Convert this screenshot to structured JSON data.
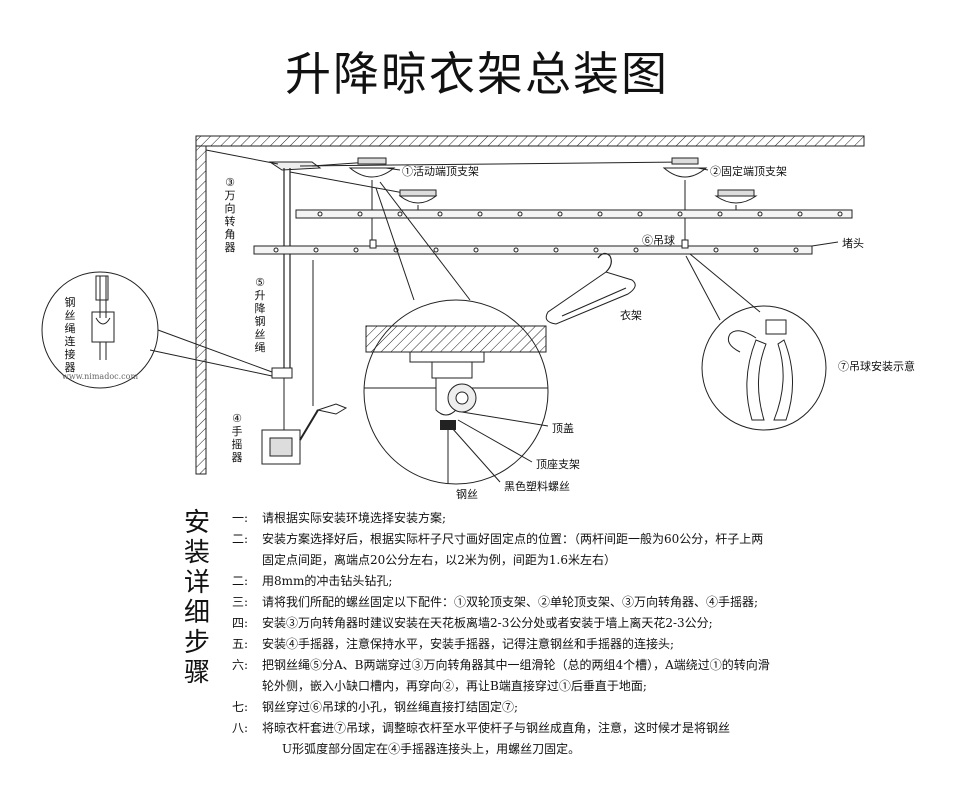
{
  "title": "升降晾衣架总装图",
  "labels": {
    "active_bracket": "①活动端顶支架",
    "fixed_bracket": "②固定端顶支架",
    "turn_num": "③",
    "turn_text": "万向转角器",
    "lift_num": "⑤",
    "lift_text": "升降钢丝绳",
    "crank_num": "④",
    "crank_text": "手摇器",
    "ball": "⑥吊球",
    "end_cap": "堵头",
    "hanger": "衣架",
    "cable_connector": "钢丝绳连接器",
    "watermark": "www.nimadoc.com",
    "top_cover": "顶盖",
    "top_seat": "顶座支架",
    "plastic_screw": "黑色塑料螺丝",
    "wire": "钢丝",
    "ball_install": "⑦吊球安装示意"
  },
  "side_title": "安装详细步骤",
  "steps": [
    {
      "num": "一:",
      "text": "请根据实际安装环境选择安装方案;"
    },
    {
      "num": "二:",
      "text": "安装方案选择好后，根据实际杆子尺寸画好固定点的位置：（两杆间距一般为60公分，杆子上两",
      "cont": "固定点间距，离端点20公分左右，以2米为例，间距为1.6米左右）"
    },
    {
      "num": "二:",
      "text": "用8mm的冲击钻头钻孔;"
    },
    {
      "num": "三:",
      "text": "请将我们所配的螺丝固定以下配件：①双轮顶支架、②单轮顶支架、③万向转角器、④手摇器;"
    },
    {
      "num": "四:",
      "text": "安装③万向转角器时建议安装在天花板离墙2-3公分处或者安装于墙上离天花2-3公分;"
    },
    {
      "num": "五:",
      "text": "安装④手摇器，注意保持水平，安装手摇器，记得注意钢丝和手摇器的连接头;"
    },
    {
      "num": "六:",
      "text": "把钢丝绳⑤分A、B两端穿过③万向转角器其中一组滑轮（总的两组4个槽），A端绕过①的转向滑",
      "cont": "轮外侧，嵌入小缺口槽内，再穿向②，再让B端直接穿过①后垂直于地面;"
    },
    {
      "num": "七:",
      "text": "钢丝穿过⑥吊球的小孔，钢丝绳直接打结固定⑦;"
    },
    {
      "num": "八:",
      "text": "将晾衣杆套进⑦吊球，调整晾衣杆至水平使杆子与钢丝成直角，注意，这时候才是将钢丝",
      "cont": "U形弧度部分固定在④手摇器连接头上，用螺丝刀固定。"
    }
  ]
}
